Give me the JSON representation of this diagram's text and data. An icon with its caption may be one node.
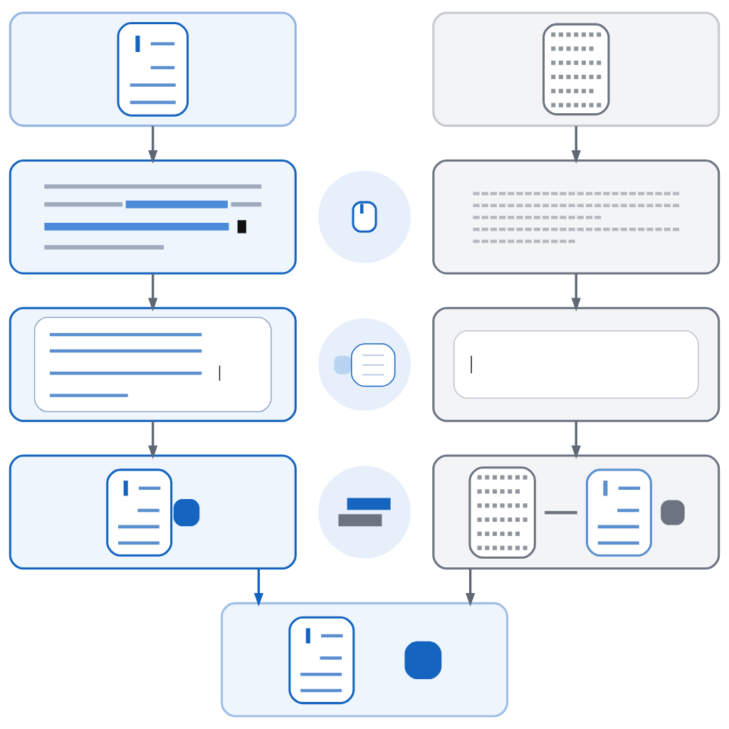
{
  "diagram": {
    "nodes": [
      {
        "text": [],
        "shape": "box"
      },
      {
        "text": [],
        "shape": "box"
      },
      {
        "text": [],
        "shape": "box"
      },
      {
        "text": [],
        "shape": "circle"
      },
      {
        "text": [],
        "shape": "box"
      },
      {
        "text": [],
        "shape": "box"
      },
      {
        "text": [],
        "shape": "circle"
      },
      {
        "text": [],
        "shape": "box"
      },
      {
        "text": [],
        "shape": "box"
      },
      {
        "text": [],
        "shape": "circle"
      },
      {
        "text": [],
        "shape": "box"
      },
      {
        "text": [],
        "shape": "box"
      }
    ],
    "edges": [
      {
        "from": 0,
        "to": 2,
        "arrow": "to"
      },
      {
        "from": 1,
        "to": 4,
        "arrow": "to"
      },
      {
        "from": 2,
        "to": 5,
        "arrow": "to"
      },
      {
        "from": 4,
        "to": 7,
        "arrow": "to"
      },
      {
        "from": 5,
        "to": 8,
        "arrow": "to"
      },
      {
        "from": 7,
        "to": 10,
        "arrow": "to"
      },
      {
        "from": 8,
        "to": 11,
        "arrow": "to",
        "color": "#1565c0"
      },
      {
        "from": 10,
        "to": 11,
        "arrow": "to"
      }
    ]
  }
}
